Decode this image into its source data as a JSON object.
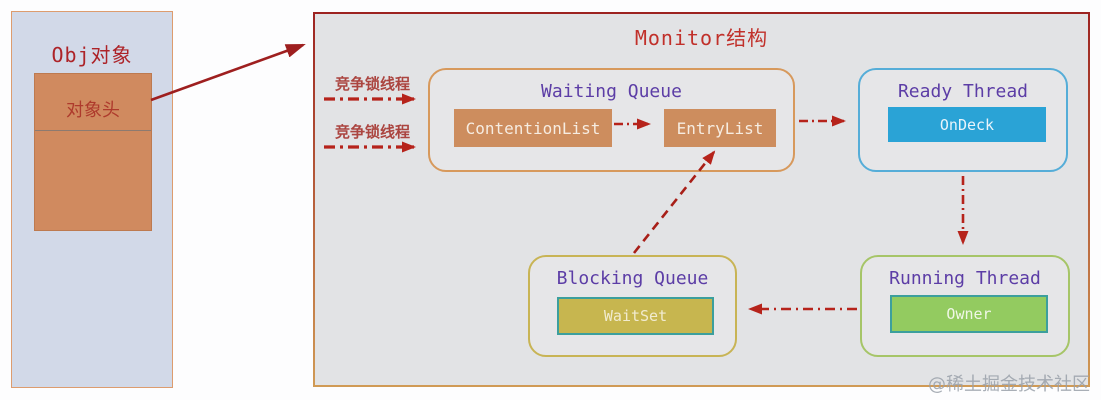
{
  "watermark": "@稀土掘金技术社区",
  "obj_box": {
    "title": "Obj对象",
    "header": "对象头"
  },
  "monitor": {
    "title": "Monitor结构",
    "contender_labels": [
      "竞争锁线程",
      "竞争锁线程"
    ],
    "waiting_queue": {
      "title": "Waiting Queue",
      "contention_list": "ContentionList",
      "entry_list": "EntryList"
    },
    "ready_thread": {
      "title": "Ready Thread",
      "on_deck": "OnDeck"
    },
    "blocking_queue": {
      "title": "Blocking Queue",
      "wait_set": "WaitSet"
    },
    "running_thread": {
      "title": "Running Thread",
      "owner": "Owner"
    }
  },
  "colors": {
    "arrow_red": "#b6231b",
    "title_red": "#c1302a",
    "title_purple": "#5c3da6",
    "obj_fill": "#d2d9e8",
    "orange_fill": "#cd8d5e",
    "blue_fill": "#2aa3d6",
    "green_fill": "#93cb60",
    "gold_fill": "#c7b64f",
    "monitor_fill": "#e2e3e5",
    "teal_border": "#3c9f9d"
  }
}
